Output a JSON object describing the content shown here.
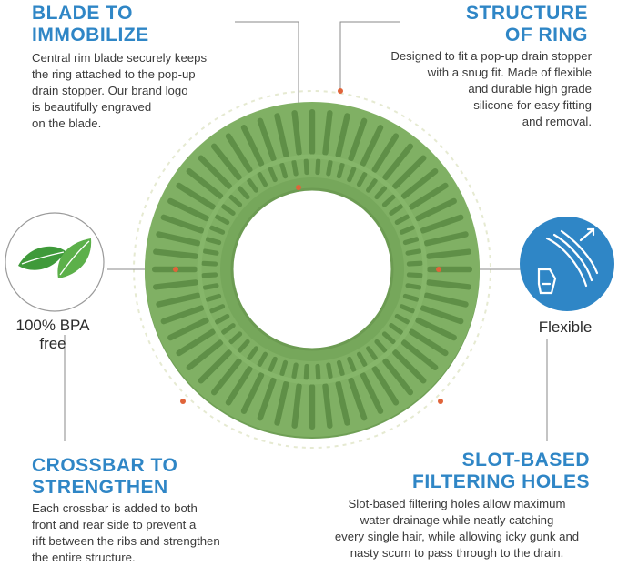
{
  "sections": {
    "top_left": {
      "title": "BLADE TO\nIMMOBILIZE",
      "text": "Central rim blade securely keeps\nthe ring attached to the pop-up\ndrain stopper. Our brand logo\nis beautifully engraved\non the blade."
    },
    "top_right": {
      "title": "STRUCTURE\nOF RING",
      "text": "Designed to fit a pop-up drain stopper\nwith a snug fit. Made of flexible\nand durable high grade\nsilicone for easy fitting\nand removal."
    },
    "bottom_left": {
      "title": "CROSSBAR TO\nSTRENGTHEN",
      "text": "Each crossbar is added to both\nfront and rear side to prevent a\nrift between the ribs and strengthen\nthe entire structure."
    },
    "bottom_right": {
      "title": "SLOT-BASED\nFILTERING HOLES",
      "text": "Slot-based filtering holes allow maximum\nwater drainage while neatly catching\nevery single hair, while allowing icky gunk and\nnasty scum to pass through to the drain."
    }
  },
  "badges": {
    "left": {
      "label": "100% BPA\nfree",
      "icon": "leaves-icon"
    },
    "right": {
      "label": "Flexible",
      "icon": "flexible-hand-icon"
    }
  },
  "colors": {
    "title_blue": "#2f86c6",
    "ring_green": "#7fae63",
    "ring_dark": "#5f8f47",
    "marker_orange": "#e0643a",
    "badge_blue": "#2f86c6",
    "leaf_green": "#3f9a3a"
  }
}
